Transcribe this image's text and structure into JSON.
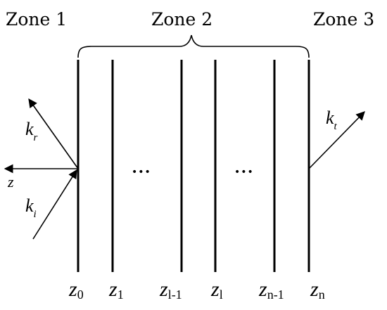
{
  "zones": {
    "zone1": "Zone 1",
    "zone2": "Zone 2",
    "zone3": "Zone 3"
  },
  "waves": {
    "reflected": {
      "symbol": "k",
      "sub": "r"
    },
    "incident": {
      "symbol": "k",
      "sub": "i"
    },
    "transmitted": {
      "symbol": "k",
      "sub": "t"
    }
  },
  "axis": {
    "label": "z"
  },
  "ellipsis": "•••",
  "interfaces": [
    {
      "symbol": "z",
      "sub": "0"
    },
    {
      "symbol": "z",
      "sub": "1"
    },
    {
      "symbol": "z",
      "sub": "l-1"
    },
    {
      "symbol": "z",
      "sub": "l"
    },
    {
      "symbol": "z",
      "sub": "n-1"
    },
    {
      "symbol": "z",
      "sub": "n"
    }
  ]
}
